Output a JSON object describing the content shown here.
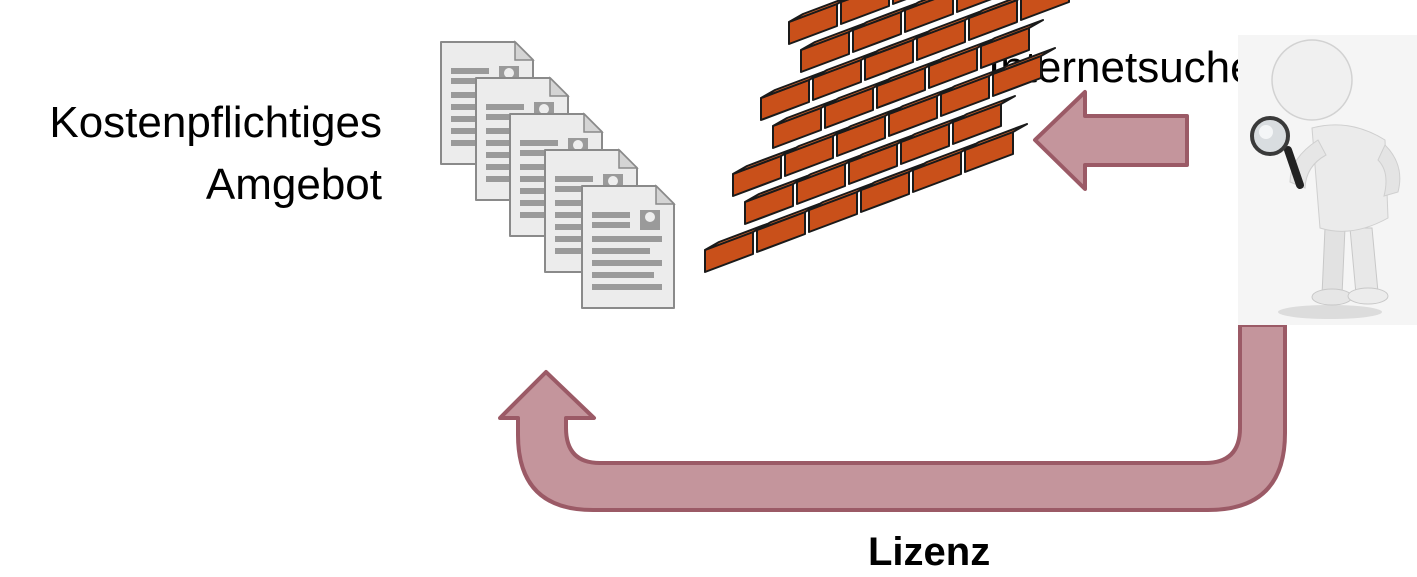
{
  "labels": {
    "offer_line1": "Kostenpflichtiges",
    "offer_line2": "Amgebot",
    "search": "Internetsuche",
    "license": "Lizenz"
  },
  "colors": {
    "arrow_fill": "#c4959c",
    "arrow_stroke": "#9b5a66",
    "brick_fill": "#c9501a",
    "brick_stroke": "#1a1a1a",
    "document_fill": "#ececec",
    "document_stroke": "#8a8a8a"
  },
  "icons": {
    "documents": "document-stack-icon",
    "wall": "brick-wall-icon",
    "person": "person-with-magnifier-icon",
    "arrow_search": "arrow-left-icon",
    "arrow_license": "u-turn-arrow-icon"
  }
}
